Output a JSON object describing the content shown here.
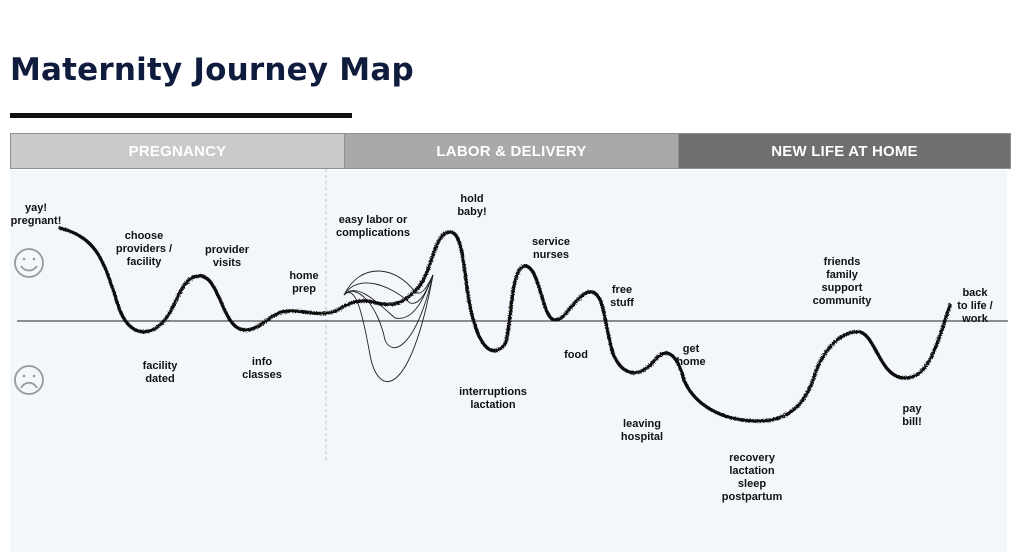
{
  "title": "Maternity Journey Map",
  "phases": [
    "PREGNANCY",
    "LABOR & DELIVERY",
    "NEW LIFE AT HOME"
  ],
  "icons": {
    "positive": "happy-face-icon",
    "negative": "sad-face-icon"
  },
  "labels": {
    "yay_pregnant": "yay!\npregnant!",
    "choose_providers": "choose\nproviders /\nfacility",
    "provider_visits": "provider\nvisits",
    "home_prep": "home\nprep",
    "easy_labor": "easy labor or\ncomplications",
    "hold_baby": "hold\nbaby!",
    "service_nurses": "service\nnurses",
    "free_stuff": "free\nstuff",
    "friends_family": "friends\nfamily\nsupport\ncommunity",
    "back_to_life": "back\nto life /\nwork",
    "facility_dated": "facility\ndated",
    "info_classes": "info\nclasses",
    "interruptions": "interruptions\nlactation",
    "food": "food",
    "get_home": "get\nhome",
    "leaving_hospital": "leaving\nhospital",
    "recovery": "recovery\nlactation\nsleep\npostpartum",
    "pay_bill": "pay\nbill!"
  },
  "colors": {
    "title": "#101c3d",
    "phase_pregnancy": "#c9cac9",
    "phase_labor": "#a9a9aa",
    "phase_home": "#6f6f70",
    "board": "#f3f7fb",
    "curve": "#111111"
  }
}
